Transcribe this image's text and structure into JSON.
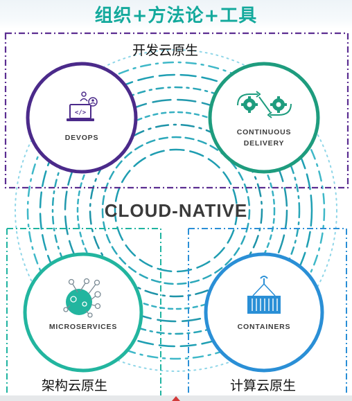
{
  "header": {
    "title": "组织+方法论+工具"
  },
  "center": {
    "label": "CLOUD-NATIVE"
  },
  "regions": {
    "dev": "开发云原生",
    "arch": "架构云原生",
    "compute": "计算云原生"
  },
  "nodes": {
    "devops": {
      "label": "DEVOPS",
      "color": "#4b2a8a",
      "icon": "developer-laptop-icon"
    },
    "cd": {
      "label_line1": "CONTINUOUS",
      "label_line2": "DELIVERY",
      "color": "#1e9c7e",
      "icon": "gears-cycle-icon"
    },
    "micro": {
      "label": "MICROSERVICES",
      "color": "#22b59f",
      "icon": "network-nodes-icon"
    },
    "containers": {
      "label": "CONTAINERS",
      "color": "#2a8fd6",
      "icon": "shipping-container-icon"
    }
  },
  "colors": {
    "title": "#13a99c",
    "dev_box": "#5b2d91",
    "arch_box": "#1eb3a0",
    "compute_box": "#2a8fd6"
  }
}
